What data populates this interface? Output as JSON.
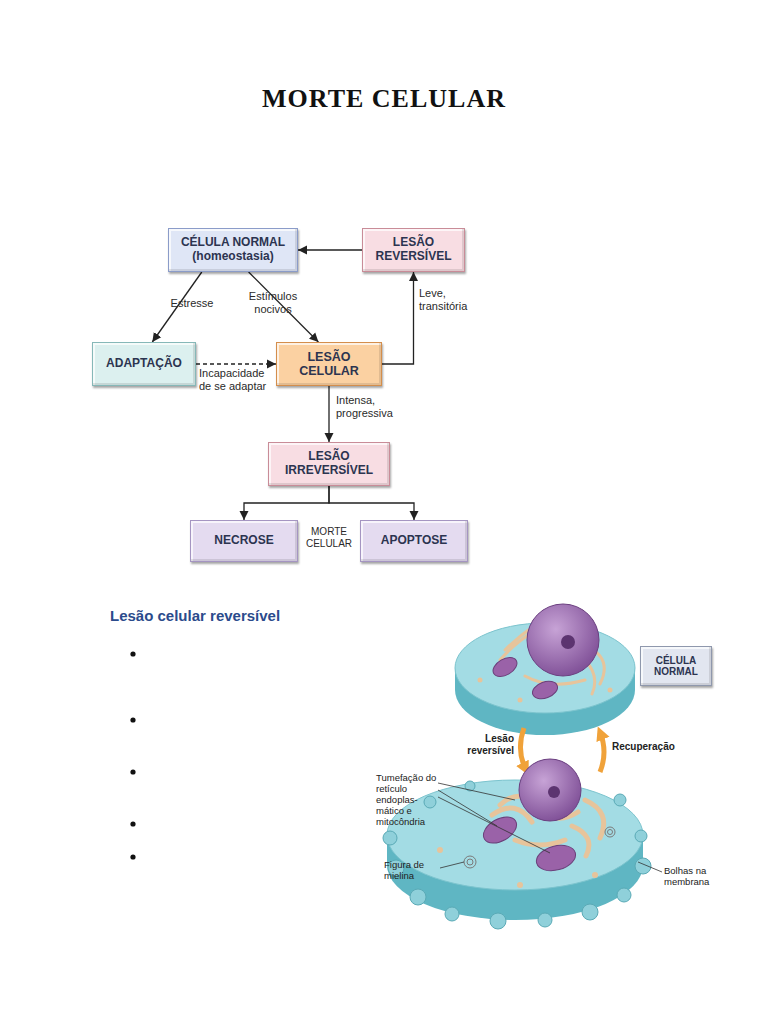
{
  "diagram": {
    "title": "MORTE CELULAR",
    "nodes": [
      {
        "text": [
          "CÉLULA NORMAL (homeostasia)"
        ]
      },
      {
        "text": [
          "LESÃO REVERSÍVEL"
        ]
      },
      {
        "text": [
          "ADAPTAÇÃO"
        ]
      },
      {
        "text": [
          "LESÃO CELULAR"
        ]
      },
      {
        "text": [
          "LESÃO IRREVERSÍVEL"
        ]
      },
      {
        "text": [
          "NECROSE"
        ]
      },
      {
        "text": [
          "APOPTOSE"
        ]
      },
      {
        "text": [
          "CÉLULA NORMAL"
        ]
      }
    ],
    "edges": [
      {
        "from": 1,
        "to": 0,
        "arrow": "to"
      },
      {
        "from": 0,
        "to": 2,
        "label": "Estresse",
        "arrow": "to"
      },
      {
        "from": 0,
        "to": 3,
        "label": "Estímulos nocivos",
        "arrow": "to"
      },
      {
        "from": 2,
        "to": 3,
        "label": "Incapacidade de se adaptar",
        "arrow": "to"
      },
      {
        "from": 3,
        "to": 1,
        "label": "Leve, transitória",
        "arrow": "to"
      },
      {
        "from": 3,
        "to": 4,
        "label": "Intensa, progressiva",
        "arrow": "to"
      },
      {
        "from": 4,
        "to": 5,
        "arrow": "to"
      },
      {
        "from": 4,
        "to": 6,
        "arrow": "to"
      }
    ],
    "labels": [
      "MORTE CELULAR",
      "Lesão celular reversível",
      "Lesão reversível",
      "Recuperação",
      "Tumefação do retículo endoplas- mático e mitocôndria",
      "Figura de mielina",
      "Bolhas na membrana"
    ]
  }
}
